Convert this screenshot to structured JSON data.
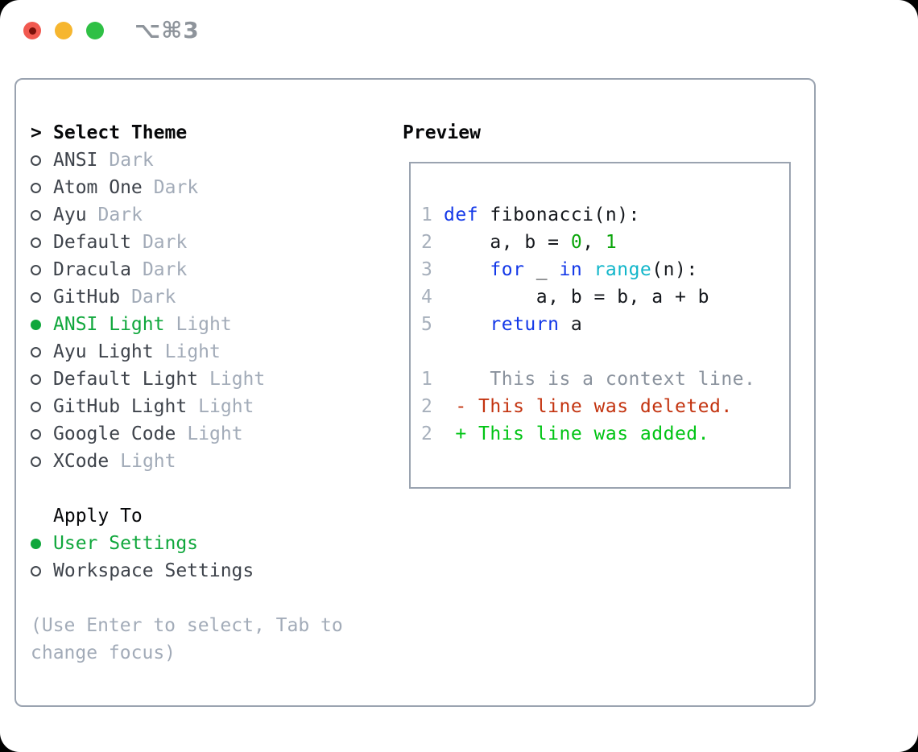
{
  "titlebar": {
    "shortcut": "⌥⌘3"
  },
  "theme_list": {
    "prompt": ">",
    "header": "Select Theme",
    "items": [
      {
        "name": "ANSI",
        "badge": "Dark",
        "selected": false
      },
      {
        "name": "Atom One",
        "badge": "Dark",
        "selected": false
      },
      {
        "name": "Ayu",
        "badge": "Dark",
        "selected": false
      },
      {
        "name": "Default",
        "badge": "Dark",
        "selected": false
      },
      {
        "name": "Dracula",
        "badge": "Dark",
        "selected": false
      },
      {
        "name": "GitHub",
        "badge": "Dark",
        "selected": false
      },
      {
        "name": "ANSI Light",
        "badge": "Light",
        "selected": true
      },
      {
        "name": "Ayu Light",
        "badge": "Light",
        "selected": false
      },
      {
        "name": "Default Light",
        "badge": "Light",
        "selected": false
      },
      {
        "name": "GitHub Light",
        "badge": "Light",
        "selected": false
      },
      {
        "name": "Google Code",
        "badge": "Light",
        "selected": false
      },
      {
        "name": "XCode",
        "badge": "Light",
        "selected": false
      }
    ]
  },
  "apply_to": {
    "header": "Apply To",
    "options": [
      {
        "name": "User Settings",
        "selected": true
      },
      {
        "name": "Workspace Settings",
        "selected": false
      }
    ]
  },
  "hint": {
    "text": "(Use Enter to select, Tab to change focus)"
  },
  "preview": {
    "header": "Preview",
    "lines": [
      {
        "num": "1",
        "segments": [
          {
            "t": "def",
            "s": "kw"
          },
          {
            "t": " fibonacci(n):",
            "s": "plain"
          }
        ]
      },
      {
        "num": "2",
        "segments": [
          {
            "t": "    a, b = ",
            "s": "plain"
          },
          {
            "t": "0",
            "s": "num"
          },
          {
            "t": ", ",
            "s": "plain"
          },
          {
            "t": "1",
            "s": "num"
          }
        ]
      },
      {
        "num": "3",
        "segments": [
          {
            "t": "    ",
            "s": "plain"
          },
          {
            "t": "for",
            "s": "kw"
          },
          {
            "t": " _ ",
            "s": "plain"
          },
          {
            "t": "in",
            "s": "kw"
          },
          {
            "t": " ",
            "s": "plain"
          },
          {
            "t": "range",
            "s": "builtin"
          },
          {
            "t": "(n):",
            "s": "plain"
          }
        ]
      },
      {
        "num": "4",
        "segments": [
          {
            "t": "        a, b = b, a + b",
            "s": "plain"
          }
        ]
      },
      {
        "num": "5",
        "segments": [
          {
            "t": "    ",
            "s": "plain"
          },
          {
            "t": "return",
            "s": "kw"
          },
          {
            "t": " a",
            "s": "plain"
          }
        ]
      },
      {
        "num": "",
        "segments": []
      },
      {
        "num": "1",
        "segments": [
          {
            "t": "    This is a context line.",
            "s": "ctx"
          }
        ]
      },
      {
        "num": "2",
        "segments": [
          {
            "t": " - This line was deleted.",
            "s": "del"
          }
        ]
      },
      {
        "num": "2",
        "segments": [
          {
            "t": " + This line was added.",
            "s": "add"
          }
        ]
      }
    ]
  },
  "colors": {
    "selection_green": "#10a73c",
    "keyword_blue": "#1338e8",
    "builtin_cyan": "#12b6ca",
    "number_green": "#0aa50a",
    "added_green": "#00c414",
    "deleted_red": "#c3330f",
    "context_gray": "#8a929d",
    "muted_gray": "#a2abb8",
    "line_number_gray": "#a6afbb",
    "panel_border": "#9aa3b0",
    "item_text": "#3e434b",
    "code_text": "#15181d",
    "header_text": "#07080a",
    "titlebar_gray": "#8e949b",
    "traffic_red": "#f15950",
    "traffic_red_dot": "#7b100a",
    "traffic_yellow": "#f6b62f",
    "traffic_green": "#2fc045"
  }
}
